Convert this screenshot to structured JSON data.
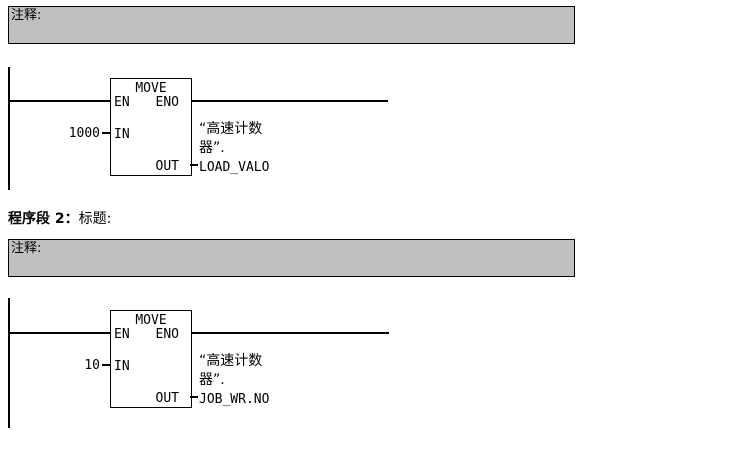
{
  "colors": {
    "comment_bar_bg": "#c0c0c0",
    "line": "#000000",
    "background": "#ffffff",
    "text": "#000000"
  },
  "network1": {
    "comment_label": "注释:",
    "block": {
      "title": "MOVE",
      "pin_en": "EN",
      "pin_eno": "ENO",
      "pin_in": "IN",
      "pin_out": "OUT"
    },
    "in_value": "1000",
    "out_operand_lines": [
      "“高速计数",
      "器”.",
      "LOAD_VALO"
    ]
  },
  "network2_header": {
    "title_bold": "程序段 2：",
    "title_rest": "标题:"
  },
  "network2": {
    "comment_label": "注释:",
    "block": {
      "title": "MOVE",
      "pin_en": "EN",
      "pin_eno": "ENO",
      "pin_in": "IN",
      "pin_out": "OUT"
    },
    "in_value": "10",
    "out_operand_lines": [
      "“高速计数",
      "器”.",
      "JOB_WR.NO"
    ]
  }
}
